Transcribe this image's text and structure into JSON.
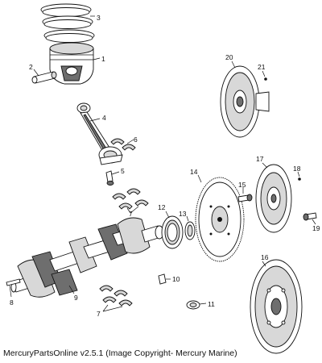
{
  "labels": {
    "n1": "1",
    "n2": "2",
    "n3": "3",
    "n4": "4",
    "n5": "5",
    "n6": "6",
    "n7a": "7",
    "n7b": "7",
    "n8": "8",
    "n9": "9",
    "n10": "10",
    "n11": "11",
    "n12": "12",
    "n13": "13",
    "n14": "14",
    "n15": "15",
    "n16": "16",
    "n17": "17",
    "n18": "18",
    "n19": "19",
    "n20": "20",
    "n21": "21"
  },
  "caption": "MercuryPartsOnline v2.5.1 (Image Copyright- Mercury Marine)"
}
